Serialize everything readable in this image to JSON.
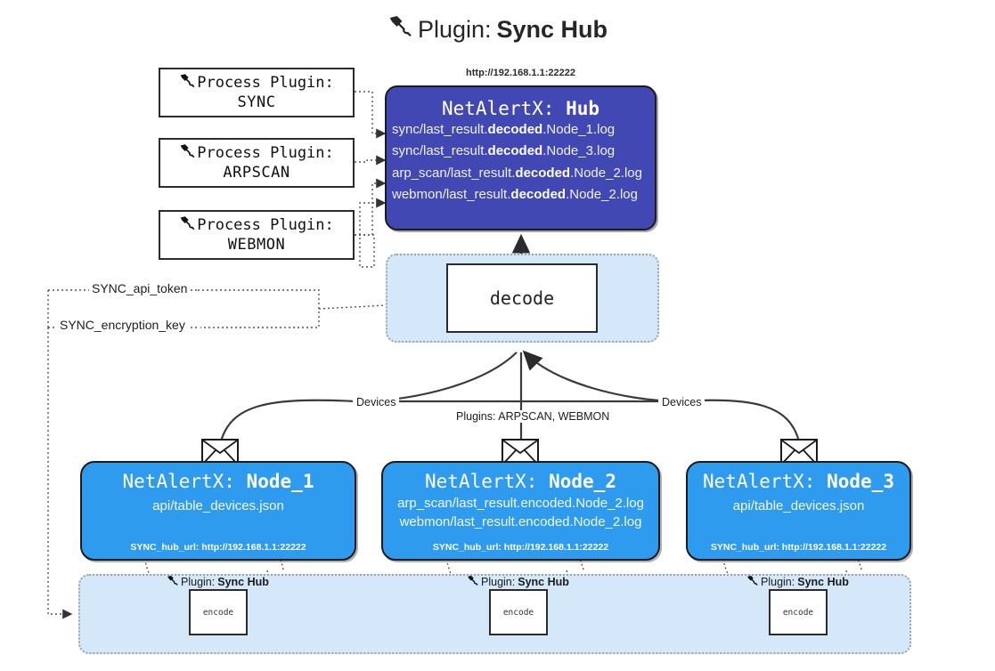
{
  "title": {
    "icon": "plug-icon",
    "prefix": "Plugin:",
    "name": "Sync Hub"
  },
  "process_plugins": [
    {
      "icon": "plug-icon",
      "label": "Process Plugin:",
      "name": "SYNC"
    },
    {
      "icon": "plug-icon",
      "label": "Process Plugin:",
      "name": "ARPSCAN"
    },
    {
      "icon": "plug-icon",
      "label": "Process Plugin:",
      "name": "WEBMON"
    }
  ],
  "hub": {
    "url": "http://192.168.1.1:22222",
    "title_prefix": "NetAlertX:",
    "title_name": "Hub",
    "files": [
      {
        "pre": "sync/last_result.",
        "mid": "decoded",
        "post": ".Node_1.log"
      },
      {
        "pre": "sync/last_result.",
        "mid": "decoded",
        "post": ".Node_3.log"
      },
      {
        "pre": "arp_scan/last_result.",
        "mid": "decoded",
        "post": ".Node_2.log"
      },
      {
        "pre": "webmon/last_result.",
        "mid": "decoded",
        "post": ".Node_2.log"
      }
    ]
  },
  "decode": {
    "label": "decode"
  },
  "secrets": [
    {
      "label": "SYNC_api_token"
    },
    {
      "label": "SYNC_encryption_key"
    }
  ],
  "edge_labels": {
    "devices_left": "Devices",
    "devices_right": "Devices",
    "plugins_center": "Plugins: ARPSCAN, WEBMON"
  },
  "nodes": [
    {
      "title_prefix": "NetAlertX:",
      "title_name": "Node_1",
      "lines": [
        "api/table_devices.json"
      ],
      "footer": "SYNC_hub_url: http://192.168.1.1:22222",
      "envelope_icon": "envelope-icon"
    },
    {
      "title_prefix": "NetAlertX:",
      "title_name": "Node_2",
      "lines": [
        "arp_scan/last_result.encoded.Node_2.log",
        "webmon/last_result.encoded.Node_2.log"
      ],
      "footer": "SYNC_hub_url: http://192.168.1.1:22222",
      "envelope_icon": "envelope-icon"
    },
    {
      "title_prefix": "NetAlertX:",
      "title_name": "Node_3",
      "lines": [
        "api/table_devices.json"
      ],
      "footer": "SYNC_hub_url: http://192.168.1.1:22222",
      "envelope_icon": "envelope-icon"
    }
  ],
  "plugin_strip": [
    {
      "icon": "plug-icon",
      "prefix": "Plugin:",
      "name": "Sync Hub",
      "box_label": "encode"
    },
    {
      "icon": "plug-icon",
      "prefix": "Plugin:",
      "name": "Sync Hub",
      "box_label": "encode"
    },
    {
      "icon": "plug-icon",
      "prefix": "Plugin:",
      "name": "Sync Hub",
      "box_label": "encode"
    }
  ],
  "colors": {
    "hub_fill": "#4147b3",
    "node_fill": "#2f9bee",
    "group_fill": "#d4e8fa",
    "stroke": "#1b1b1b",
    "dotted": "#555555"
  }
}
